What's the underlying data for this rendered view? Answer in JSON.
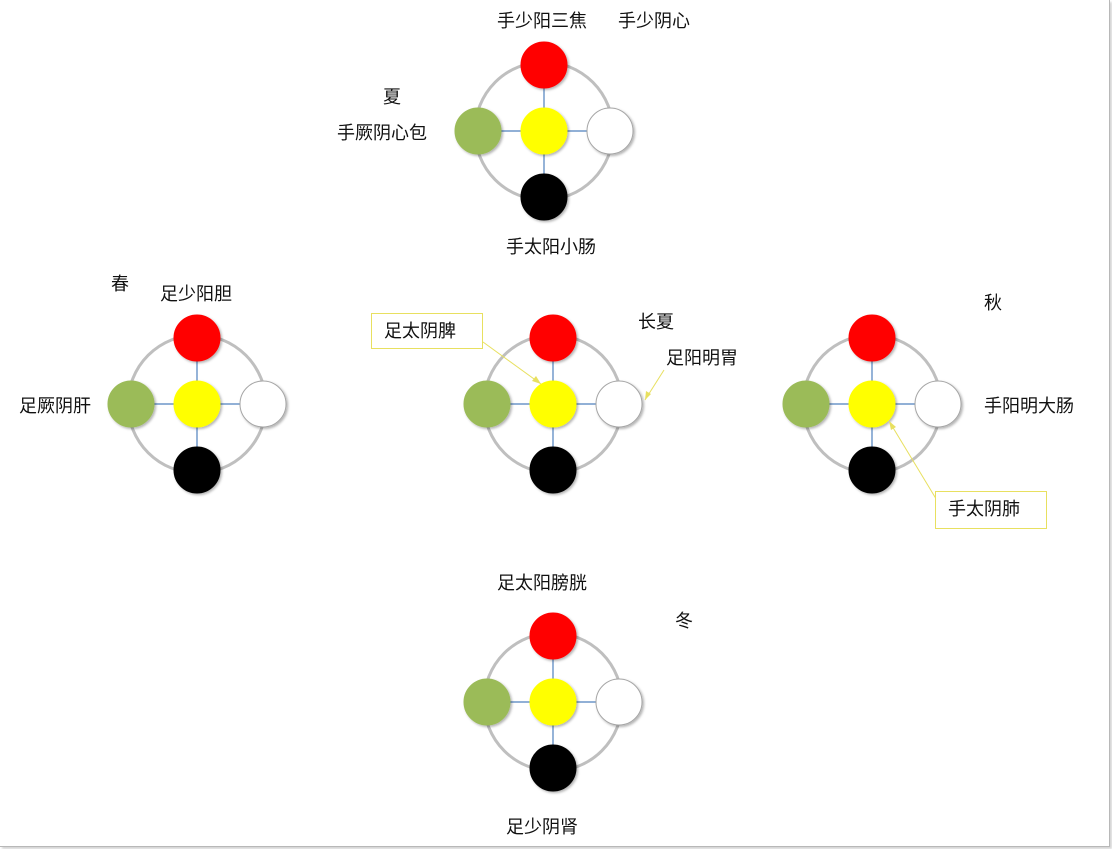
{
  "colors": {
    "ring": "#bfbfbf",
    "cross": "#4f81bd",
    "red": "#ff0000",
    "yellow": "#ffff00",
    "green": "#9bbb59",
    "white": "#ffffff",
    "black": "#000000",
    "callout": "#e8e060"
  },
  "summer": {
    "season": "夏",
    "top_left": "手少阳三焦",
    "top_right": "手少阴心",
    "left": "手厥阴心包",
    "bottom": "手太阳小肠"
  },
  "spring": {
    "season": "春",
    "top": "足少阳胆",
    "left": "足厥阴肝"
  },
  "late_summer": {
    "season": "长夏",
    "right": "足阳明胃",
    "callout": "足太阴脾"
  },
  "autumn": {
    "season": "秋",
    "right": "手阳明大肠",
    "callout": "手太阴肺"
  },
  "winter": {
    "season": "冬",
    "top": "足太阳膀胱",
    "bottom": "足少阴肾"
  }
}
